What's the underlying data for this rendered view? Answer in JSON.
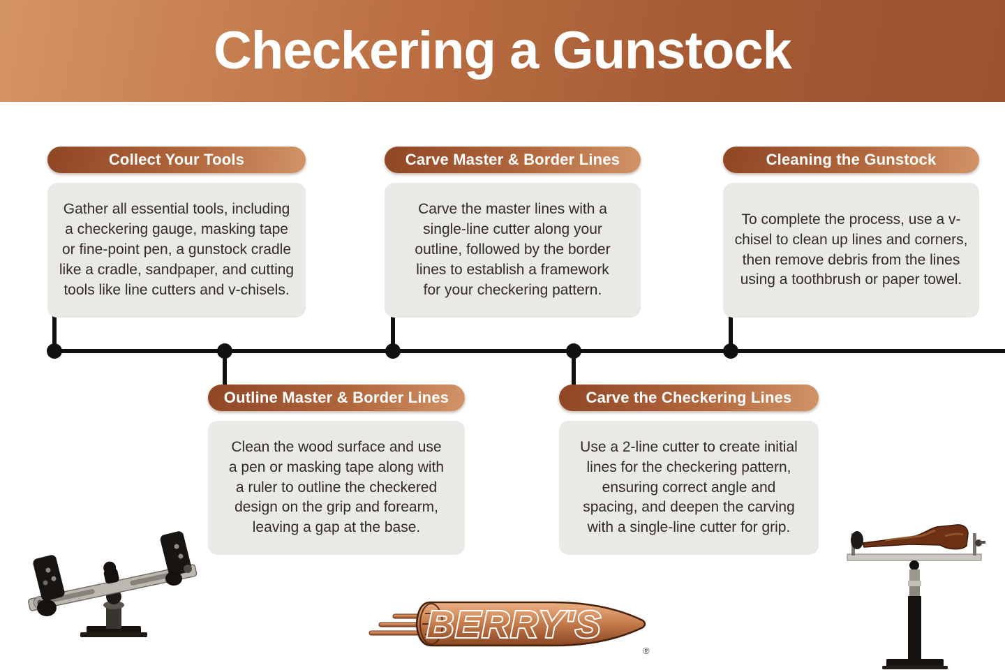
{
  "header": {
    "title": "Checkering a Gunstock"
  },
  "steps": [
    {
      "title": "Collect Your Tools",
      "description": "Gather all essential tools, including a checkering gauge, masking tape or fine-point pen, a gunstock cradle like a cradle, sandpaper, and cutting tools like line cutters and v-chisels."
    },
    {
      "title": "Outline Master & Border Lines",
      "description": "Clean the wood surface and use a pen or masking tape along with a ruler to outline the checkered design on the grip and forearm, leaving a gap at the base."
    },
    {
      "title": "Carve Master & Border Lines",
      "description": "Carve the master lines with a single-line cutter along your outline, followed by the border lines to establish a framework for your checkering pattern."
    },
    {
      "title": "Carve the Checkering Lines",
      "description": "Use a 2-line cutter to create initial lines for the checkering pattern, ensuring correct angle and spacing, and deepen the carving with a single-line cutter for grip."
    },
    {
      "title": "Cleaning the Gunstock",
      "description": "To complete the process, use a v-chisel to clean up lines and corners, then remove debris from the lines using a toothbrush or paper towel."
    }
  ],
  "footer": {
    "brand": "BERRY'S",
    "registered_mark": "®"
  },
  "images": {
    "left": "gunstock-checkering-cradle",
    "right": "gunstock-mounted-on-cradle-stand"
  },
  "colors": {
    "header_gradient_left": "#d59463",
    "header_gradient_right": "#9c5130",
    "pill_gradient_left": "#8e4625",
    "pill_gradient_right": "#d29467",
    "box_background": "#ebe9e6",
    "body_text": "#2e2b28",
    "timeline": "#12100e",
    "logo_copper": "#c87f4e"
  }
}
